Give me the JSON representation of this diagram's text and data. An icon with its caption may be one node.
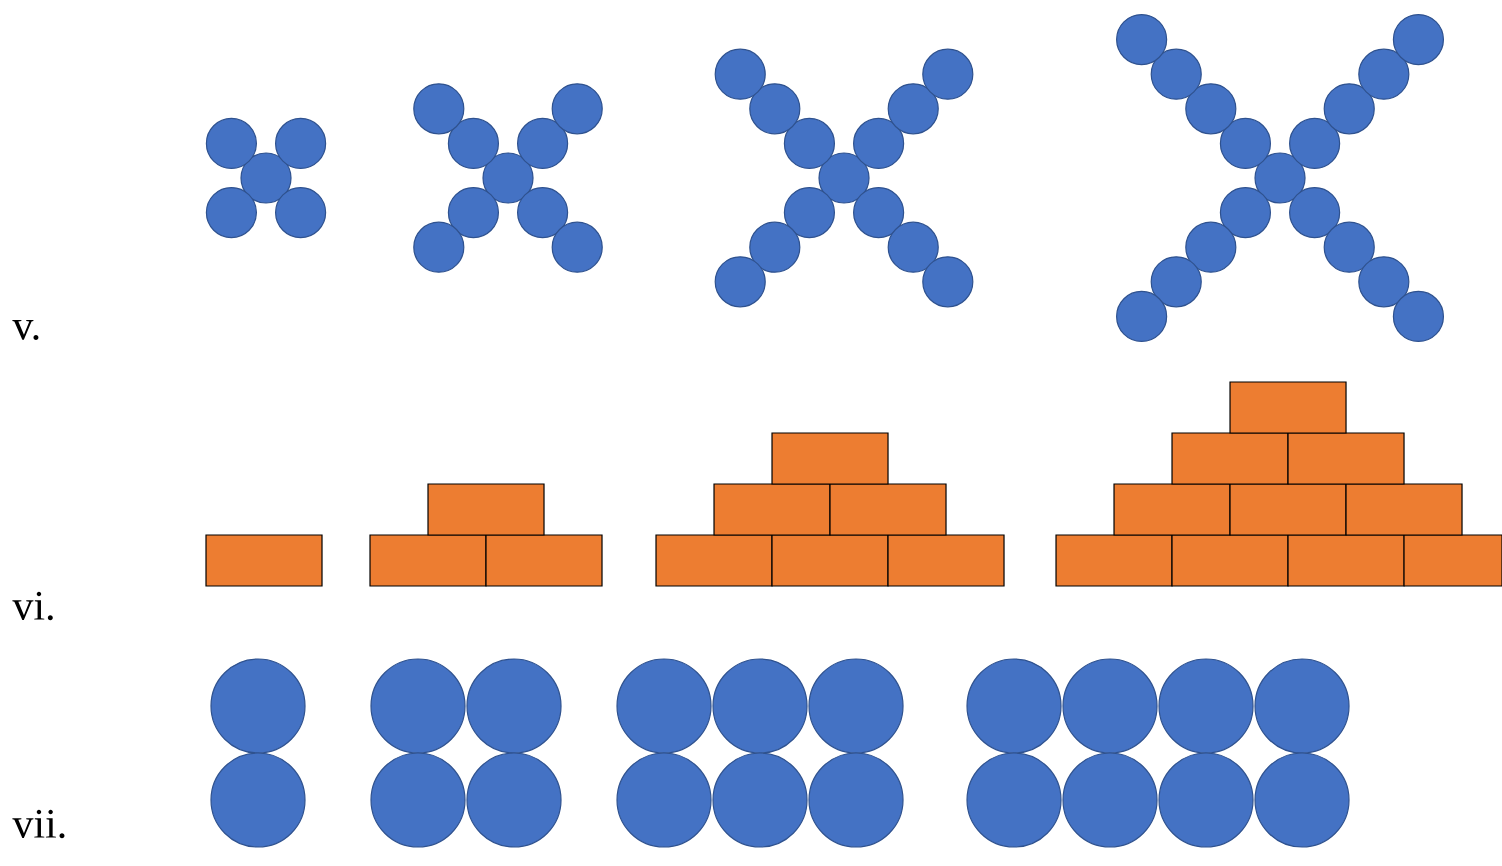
{
  "diagram": {
    "labels": [
      "v.",
      "vi.",
      "vii."
    ]
  }
}
